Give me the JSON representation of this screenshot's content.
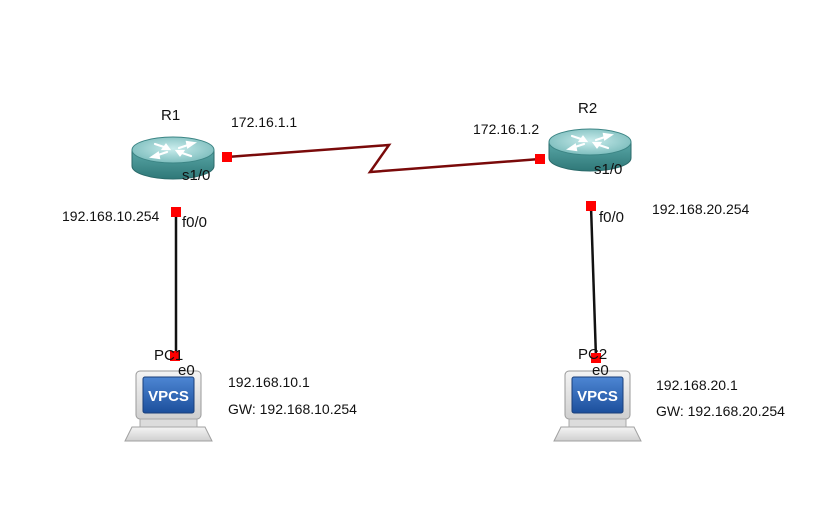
{
  "colors": {
    "serial_link": "#7a0a0a",
    "ethernet_link": "#111111",
    "port_marker": "#ff0000",
    "router_body": "#4f9a9a",
    "router_top": "#9fd3d3",
    "vpcs_screen": "#2a61b0"
  },
  "devices": {
    "r1": {
      "name": "R1",
      "serial_port": "s1/0",
      "serial_ip": "172.16.1.1",
      "eth_port": "f0/0",
      "eth_ip": "192.168.10.254"
    },
    "r2": {
      "name": "R2",
      "serial_port": "s1/0",
      "serial_ip": "172.16.1.2",
      "eth_port": "f0/0",
      "eth_ip": "192.168.20.254"
    },
    "pc1": {
      "name": "PC1",
      "port": "e0",
      "screen_text": "VPCS",
      "ip": "192.168.10.1",
      "gateway": "GW: 192.168.10.254"
    },
    "pc2": {
      "name": "PC2",
      "port": "e0",
      "screen_text": "VPCS",
      "ip": "192.168.20.1",
      "gateway": "GW: 192.168.20.254"
    }
  },
  "icons": {
    "router": "router-icon",
    "pc": "vpcs-pc-icon"
  }
}
